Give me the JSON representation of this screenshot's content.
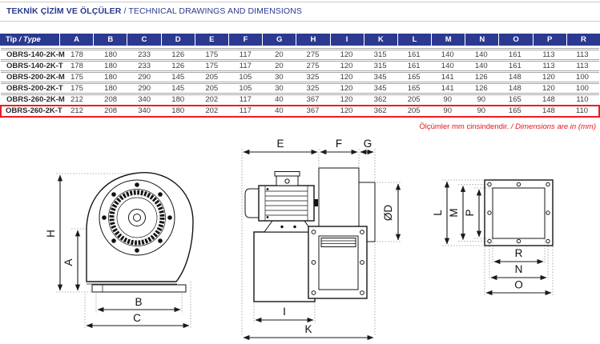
{
  "page": {
    "header": {
      "title_tr": "TEKNİK ÇİZİM VE ÖLÇÜLER",
      "separator": " / ",
      "title_en": "TECHNICAL DRAWINGS AND DIMENSIONS"
    },
    "note": {
      "tr": "Ölçümler mm cinsindendir.",
      "separator": " / ",
      "en": "Dimensions are in (mm)"
    }
  },
  "table": {
    "type_column": {
      "tr": "Tip",
      "sep": " / ",
      "en": "Type"
    },
    "columns": [
      "A",
      "B",
      "C",
      "D",
      "E",
      "F",
      "G",
      "H",
      "I",
      "K",
      "L",
      "M",
      "N",
      "O",
      "P",
      "R"
    ],
    "rows": [
      {
        "type": "OBRS-140-2K-M",
        "highlighted": false,
        "values": [
          "178",
          "180",
          "233",
          "126",
          "175",
          "117",
          "20",
          "275",
          "120",
          "315",
          "161",
          "140",
          "140",
          "161",
          "113",
          "113"
        ]
      },
      {
        "type": "OBRS-140-2K-T",
        "highlighted": false,
        "values": [
          "178",
          "180",
          "233",
          "126",
          "175",
          "117",
          "20",
          "275",
          "120",
          "315",
          "161",
          "140",
          "140",
          "161",
          "113",
          "113"
        ]
      },
      {
        "type": "OBRS-200-2K-M",
        "highlighted": false,
        "values": [
          "175",
          "180",
          "290",
          "145",
          "205",
          "105",
          "30",
          "325",
          "120",
          "345",
          "165",
          "141",
          "126",
          "148",
          "120",
          "100"
        ]
      },
      {
        "type": "OBRS-200-2K-T",
        "highlighted": false,
        "values": [
          "175",
          "180",
          "290",
          "145",
          "205",
          "105",
          "30",
          "325",
          "120",
          "345",
          "165",
          "141",
          "126",
          "148",
          "120",
          "100"
        ]
      },
      {
        "type": "OBRS-260-2K-M",
        "highlighted": false,
        "values": [
          "212",
          "208",
          "340",
          "180",
          "202",
          "117",
          "40",
          "367",
          "120",
          "362",
          "205",
          "90",
          "90",
          "165",
          "148",
          "110"
        ]
      },
      {
        "type": "OBRS-260-2K-T",
        "highlighted": true,
        "values": [
          "212",
          "208",
          "340",
          "180",
          "202",
          "117",
          "40",
          "367",
          "120",
          "362",
          "205",
          "90",
          "90",
          "165",
          "148",
          "110"
        ]
      }
    ]
  },
  "drawings": {
    "front_view": {
      "labels": {
        "H": "H",
        "A": "A",
        "B": "B",
        "C": "C"
      }
    },
    "side_view": {
      "labels": {
        "E": "E",
        "F": "F",
        "G": "G",
        "D": "ØD",
        "I": "I",
        "K": "K"
      }
    },
    "flange_view": {
      "labels": {
        "L": "L",
        "M": "M",
        "P": "P",
        "R": "R",
        "N": "N",
        "O": "O"
      }
    }
  },
  "colors": {
    "navy": "#2b3990",
    "red": "#e8131d",
    "highlight_red": "#ec1c24",
    "separator_gray": "#a8a8a8"
  }
}
